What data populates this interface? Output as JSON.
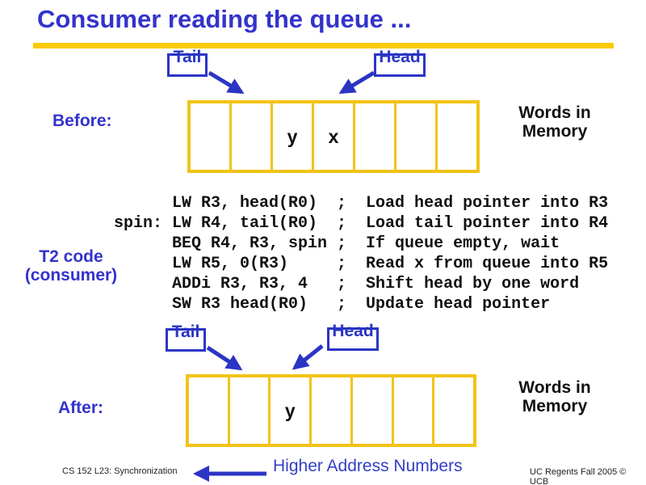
{
  "slide": {
    "title": "Consumer reading the queue ...",
    "footer": {
      "course": "CS 152 L23: Synchronization",
      "address_note": "Higher Address Numbers",
      "copyright": "UC Regents Fall 2005 © UCB"
    },
    "colors": {
      "accent_blue": "#3333CC",
      "arrow_blue": "#2B35C4",
      "gold_border": "#F2C318",
      "gold_bar": "#FBCB00"
    }
  },
  "before": {
    "label": "Before:",
    "tail_label": "Tail",
    "head_label": "Head",
    "cells": [
      "",
      "",
      "y",
      "x",
      "",
      "",
      ""
    ],
    "memory_label": "Words in Memory"
  },
  "after": {
    "label": "After:",
    "tail_label": "Tail",
    "head_label": "Head",
    "cells": [
      "",
      "",
      "y",
      "",
      "",
      "",
      ""
    ],
    "memory_label": "Words in Memory"
  },
  "code": {
    "block_label_line1": "T2 code",
    "block_label_line2": "(consumer)",
    "lines": [
      {
        "label": "",
        "instr": "LW R3, head(R0)",
        "comment": "Load head pointer into R3"
      },
      {
        "label": "spin:",
        "instr": "LW R4, tail(R0)",
        "comment": "Load tail pointer into R4"
      },
      {
        "label": "",
        "instr": "BEQ R4, R3, spin",
        "comment": "If queue empty, wait"
      },
      {
        "label": "",
        "instr": "LW R5, 0(R3)",
        "comment": "Read x from queue into R5"
      },
      {
        "label": "",
        "instr": "ADDi R3, R3, 4",
        "comment": "Shift head by one word"
      },
      {
        "label": "",
        "instr": "SW R3 head(R0)",
        "comment": "Update head pointer"
      }
    ]
  }
}
